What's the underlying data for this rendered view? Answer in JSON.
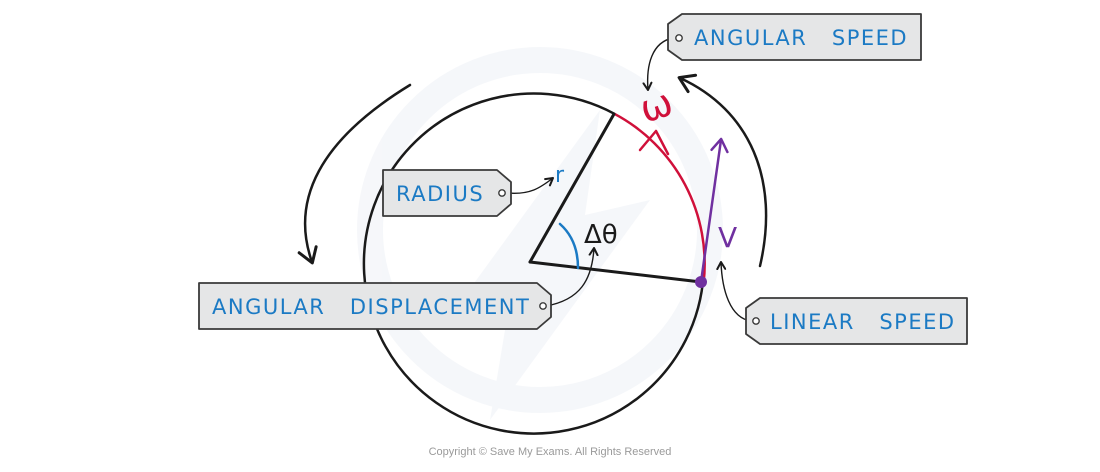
{
  "labels": {
    "angular_speed": "ANGULAR   SPEED",
    "radius": "RADIUS",
    "angular_displacement": "ANGULAR   DISPLACEMENT",
    "linear_speed": "LINEAR   SPEED"
  },
  "symbols": {
    "omega": "ω",
    "radius": "r",
    "delta_theta": "Δθ",
    "velocity": "V"
  },
  "copyright": "Copyright © Save My Exams. All Rights Reserved",
  "colors": {
    "label_text": "#1b7ac4",
    "tag_fill": "#e5e6e7",
    "tag_stroke": "#3a3a3a",
    "arc_red": "#d0103a",
    "velocity_purple": "#7030a0",
    "angle_blue": "#1b7ac4",
    "line_black": "#1a1a1a",
    "copyright_gray": "#9a9a9a",
    "watermark": "#eef1f6"
  }
}
